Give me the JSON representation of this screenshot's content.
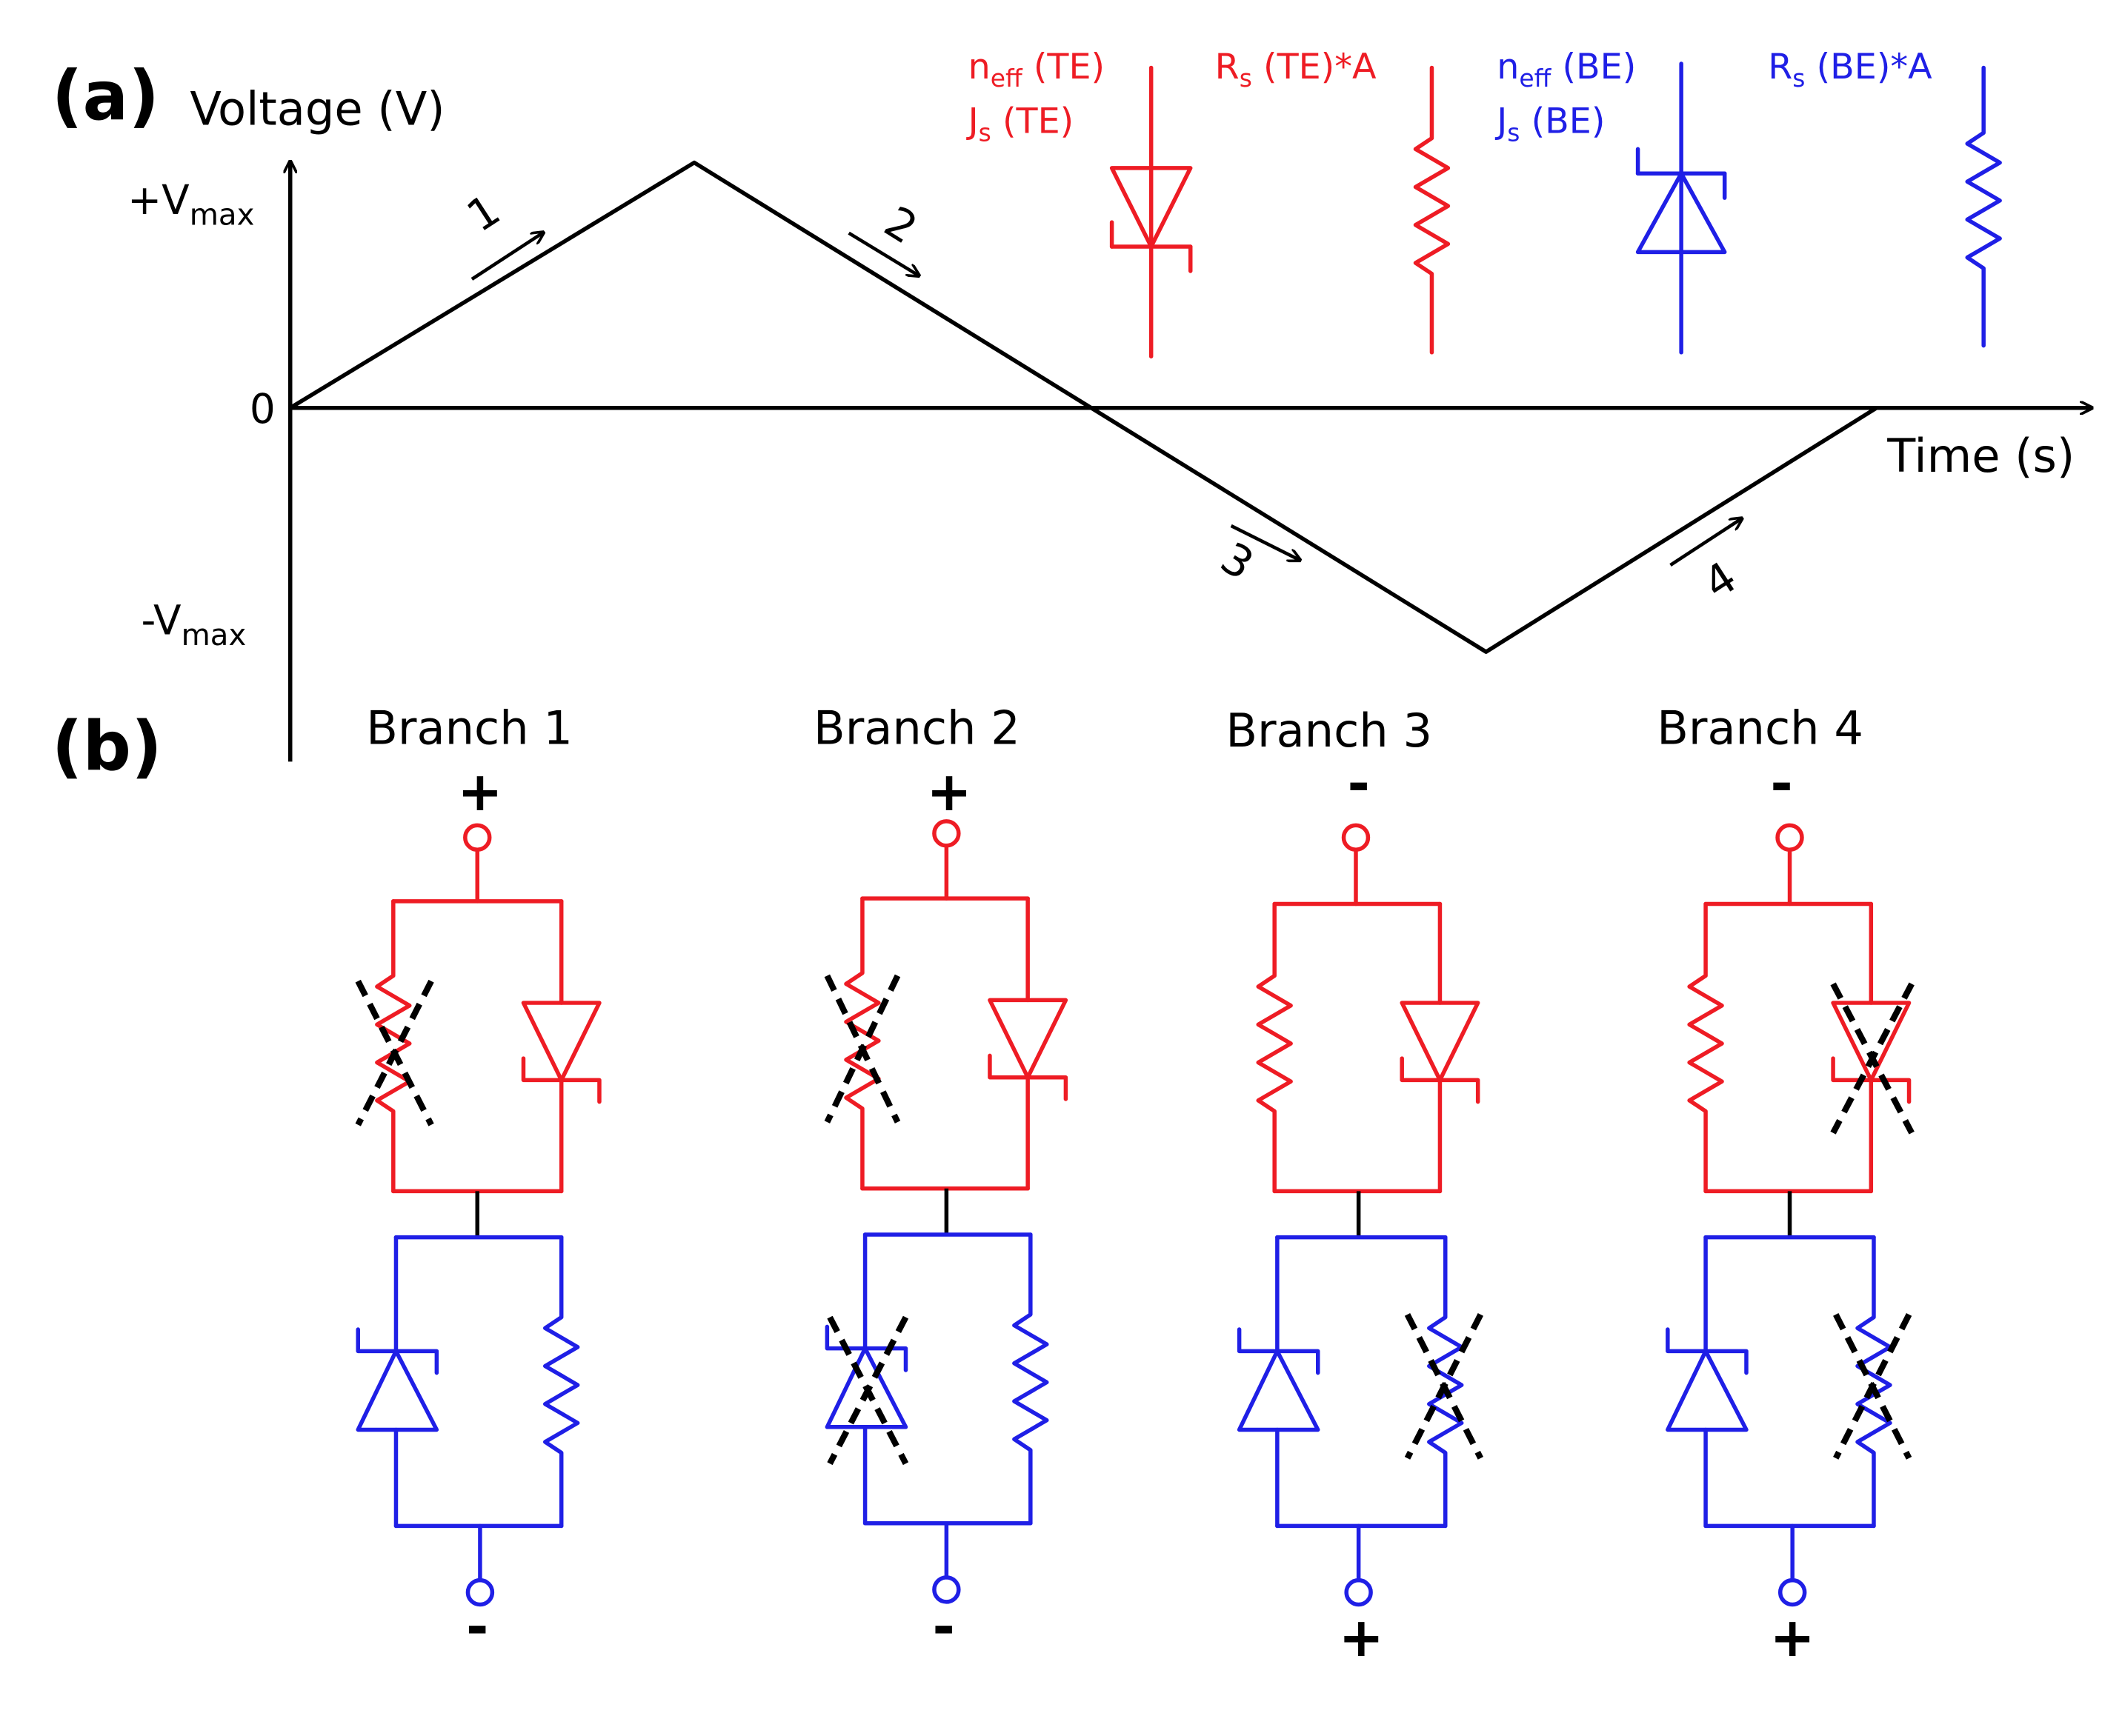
{
  "panel_labels": {
    "a": "(a)",
    "b": "(b)"
  },
  "axes": {
    "y_label": "Voltage (V)",
    "x_label": "Time (s)",
    "ticks": {
      "vmax_base": "+V",
      "vmax_sub": "max",
      "zero": "0",
      "vmin_base": "-V",
      "vmin_sub": "max"
    }
  },
  "sweep_segments": [
    "1",
    "2",
    "3",
    "4"
  ],
  "legend": {
    "te_diode_line1_base": "n",
    "te_diode_line1_sub": "eff",
    "te_diode_line1_tail": " (TE)",
    "te_diode_line2_base": "J",
    "te_diode_line2_sub": "s",
    "te_diode_line2_tail": " (TE)",
    "te_res_base": "R",
    "te_res_sub": "s",
    "te_res_tail": " (TE)*A",
    "be_diode_line1_base": "n",
    "be_diode_line1_sub": "eff",
    "be_diode_line1_tail": " (BE)",
    "be_diode_line2_base": "J",
    "be_diode_line2_sub": "s",
    "be_diode_line2_tail": " (BE)",
    "be_res_base": "R",
    "be_res_sub": "s",
    "be_res_tail": " (BE)*A"
  },
  "branches": [
    {
      "title": "Branch 1",
      "top_sign": "+",
      "bottom_sign": "-"
    },
    {
      "title": "Branch 2",
      "top_sign": "+",
      "bottom_sign": "-"
    },
    {
      "title": "Branch 3",
      "top_sign": "-",
      "bottom_sign": "+"
    },
    {
      "title": "Branch 4",
      "top_sign": "-",
      "bottom_sign": "+"
    }
  ],
  "colors": {
    "te": "#ee1c24",
    "be": "#1f1fe6",
    "ink": "#000000",
    "cross": "#000000"
  }
}
